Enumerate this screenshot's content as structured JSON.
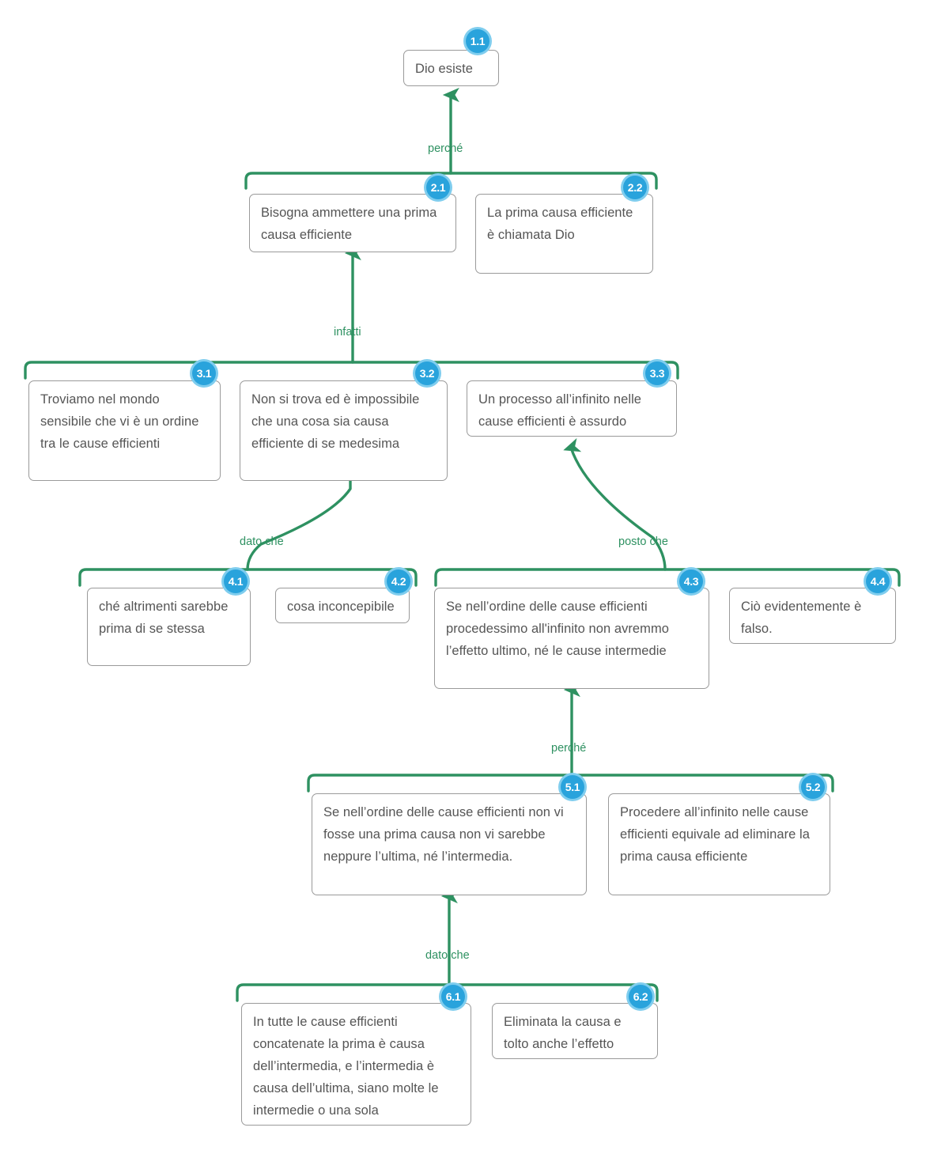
{
  "diagram": {
    "title": "Argument map - Dio esiste",
    "colors": {
      "connector_green": "#2e9161",
      "badge_blue": "#29a3dc",
      "badge_ring": "#7fcdee",
      "node_border": "#9a9a9a",
      "node_text": "#555555",
      "background": "#ffffff"
    }
  },
  "nodes": [
    {
      "id": "1.1",
      "badge": "1.1",
      "text": "Dio esiste"
    },
    {
      "id": "2.1",
      "badge": "2.1",
      "text": "Bisogna ammettere una prima causa efficiente"
    },
    {
      "id": "2.2",
      "badge": "2.2",
      "text": "La prima causa efficiente è chiamata Dio"
    },
    {
      "id": "3.1",
      "badge": "3.1",
      "text": "Troviamo nel mondo sensibile che vi è un ordine tra le cause efficienti"
    },
    {
      "id": "3.2",
      "badge": "3.2",
      "text": "Non si trova ed è impossibile che una cosa sia causa efficiente di se medesima"
    },
    {
      "id": "3.3",
      "badge": "3.3",
      "text": "Un processo all’infinito nelle cause efficienti è assurdo"
    },
    {
      "id": "4.1",
      "badge": "4.1",
      "text": "ché altrimenti sarebbe prima di se stessa"
    },
    {
      "id": "4.2",
      "badge": "4.2",
      "text": "cosa inconcepibile"
    },
    {
      "id": "4.3",
      "badge": "4.3",
      "text": "Se nell’ordine delle cause efficienti procedessimo all'infinito non avremmo l’effetto ultimo, né le cause intermedie"
    },
    {
      "id": "4.4",
      "badge": "4.4",
      "text": "Ciò evidentemente è falso."
    },
    {
      "id": "5.1",
      "badge": "5.1",
      "text": "Se nell’ordine delle cause efficienti non vi fosse una prima causa non vi sarebbe neppure l’ultima, né l’intermedia."
    },
    {
      "id": "5.2",
      "badge": "5.2",
      "text": "Procedere all’infinito nelle cause efficienti equivale ad eliminare la prima causa efficiente"
    },
    {
      "id": "6.1",
      "badge": "6.1",
      "text": "In tutte le cause efficienti concatenate la prima è causa dell’intermedia, e l’intermedia è causa dell’ultima, siano molte le intermedie o una sola"
    },
    {
      "id": "6.2",
      "badge": "6.2",
      "text": "Eliminata la causa e tolto anche l’effetto"
    }
  ],
  "edges": [
    {
      "id": "e1",
      "label": "perché",
      "from": "group-2",
      "to": "1.1"
    },
    {
      "id": "e2",
      "label": "infatti",
      "from": "group-3",
      "to": "2.1"
    },
    {
      "id": "e3",
      "label": "dato che",
      "from": "group-4a",
      "to": "3.2"
    },
    {
      "id": "e4",
      "label": "posto che",
      "from": "group-4b",
      "to": "3.3"
    },
    {
      "id": "e5",
      "label": "perché",
      "from": "group-5",
      "to": "4.3"
    },
    {
      "id": "e6",
      "label": "dato che",
      "from": "group-6",
      "to": "5.1"
    }
  ]
}
